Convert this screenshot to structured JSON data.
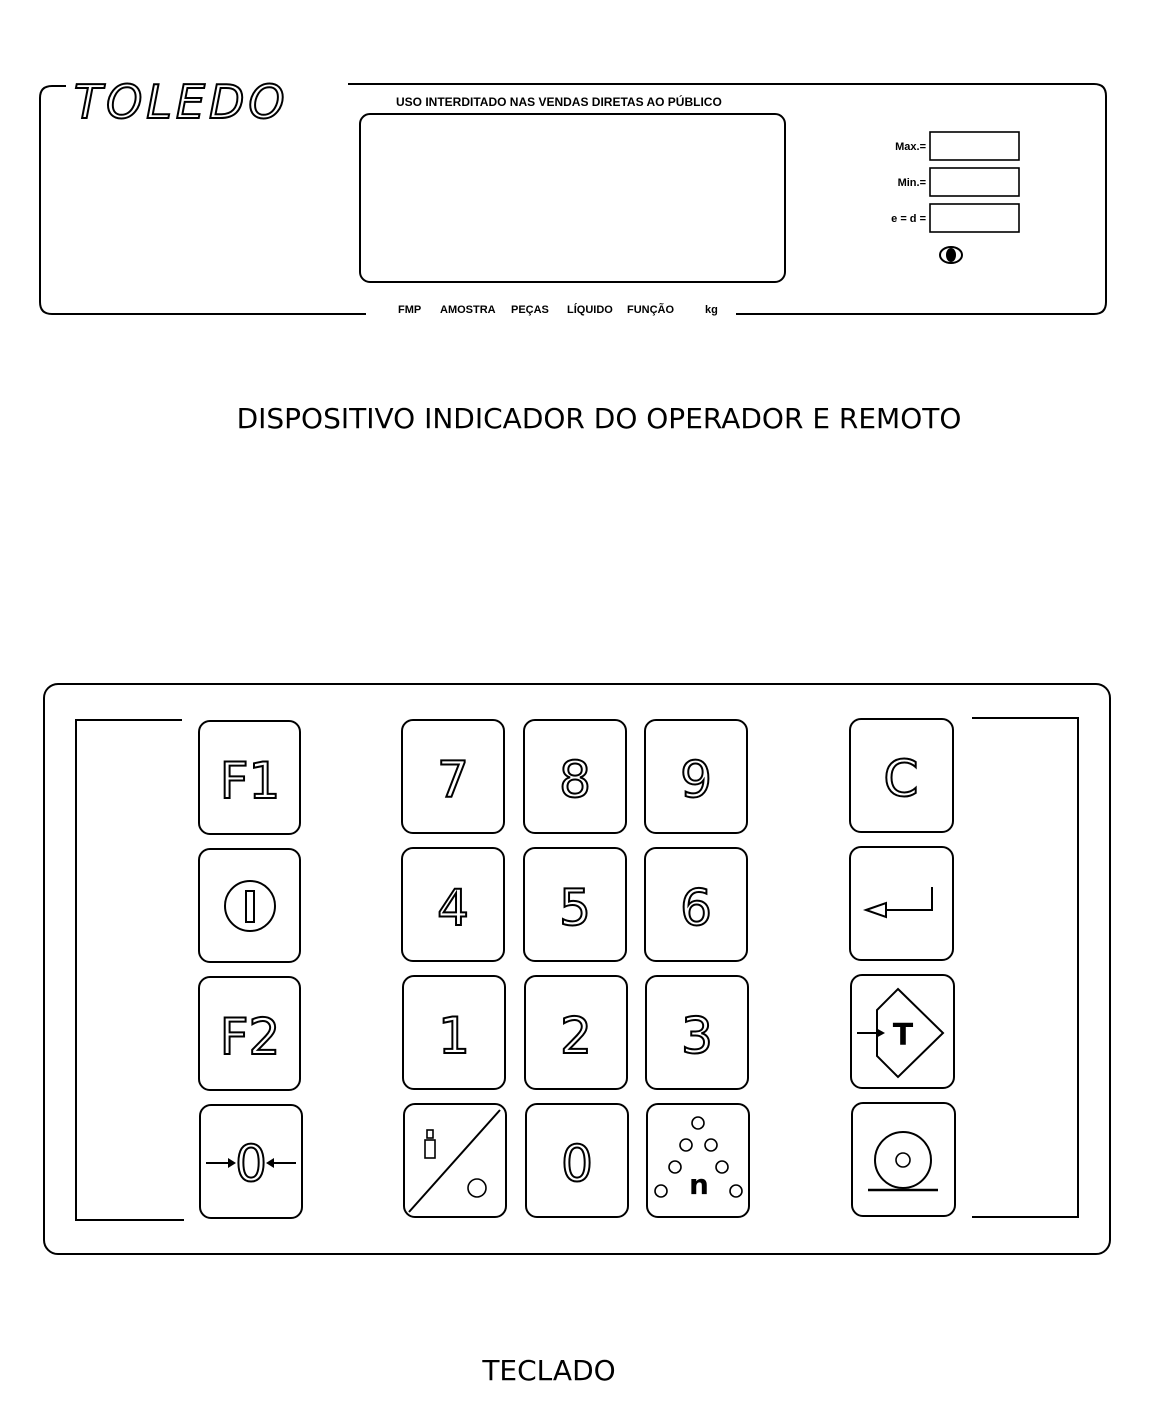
{
  "indicator": {
    "brand": "TOLEDO",
    "warning": "USO INTERDITADO NAS VENDAS DIRETAS AO PÚBLICO",
    "specs": [
      {
        "label": "Max.="
      },
      {
        "label": "Min.="
      },
      {
        "label": "e = d ="
      }
    ],
    "annunciators": [
      "FMP",
      "AMOSTRA",
      "PEÇAS",
      "LÍQUIDO",
      "FUNÇÃO",
      "kg"
    ],
    "caption": "DISPOSITIVO INDICADOR DO OPERADOR E REMOTO"
  },
  "keypad": {
    "caption": "TECLADO",
    "keys": [
      {
        "name": "key-f1",
        "label": "F1"
      },
      {
        "name": "key-power",
        "label": "",
        "icon": "power-icon"
      },
      {
        "name": "key-f2",
        "label": "F2"
      },
      {
        "name": "key-zero-set",
        "label": "0",
        "icon": "zero-arrows-icon"
      },
      {
        "name": "key-7",
        "label": "7"
      },
      {
        "name": "key-8",
        "label": "8"
      },
      {
        "name": "key-9",
        "label": "9"
      },
      {
        "name": "key-4",
        "label": "4"
      },
      {
        "name": "key-5",
        "label": "5"
      },
      {
        "name": "key-6",
        "label": "6"
      },
      {
        "name": "key-1",
        "label": "1"
      },
      {
        "name": "key-2",
        "label": "2"
      },
      {
        "name": "key-3",
        "label": "3"
      },
      {
        "name": "key-weight-toggle",
        "label": "",
        "icon": "weight-toggle-icon"
      },
      {
        "name": "key-0",
        "label": "0"
      },
      {
        "name": "key-pieces",
        "label": "n",
        "icon": "pieces-count-icon"
      },
      {
        "name": "key-clear",
        "label": "C"
      },
      {
        "name": "key-enter",
        "label": "",
        "icon": "enter-arrow-icon"
      },
      {
        "name": "key-tare",
        "label": "T",
        "icon": "tare-icon"
      },
      {
        "name": "key-print",
        "label": "",
        "icon": "print-roll-icon"
      }
    ]
  }
}
